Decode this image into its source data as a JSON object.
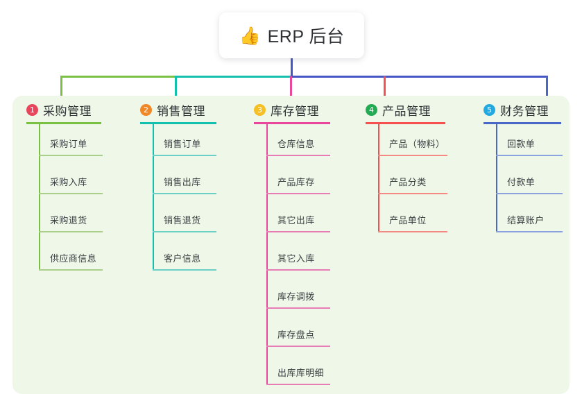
{
  "root": {
    "icon": "thumbs-up-icon",
    "emoji": "👍",
    "title": "ERP 后台"
  },
  "palette": {
    "panel_bg": "#eef7e8",
    "page_bg": "#ffffff",
    "root_connector": "#4655c4",
    "text": "#2f3336"
  },
  "connectors": {
    "segments": [
      {
        "name": "segment-green",
        "color": "#7ac043"
      },
      {
        "name": "segment-teal",
        "color": "#12c0ad"
      },
      {
        "name": "segment-blue",
        "color": "#4655c4"
      }
    ],
    "stubs": [
      "#7ac043",
      "#12c0ad",
      "#e8479b",
      "#f4514f",
      "#4a68c8"
    ]
  },
  "columns": [
    {
      "number": "1",
      "title": "采购管理",
      "badge_color": "#e8465c",
      "line_color": "#7ac043",
      "item_line_color": "#a9cf8a",
      "items": [
        "采购订单",
        "采购入库",
        "采购退货",
        "供应商信息"
      ]
    },
    {
      "number": "2",
      "title": "销售管理",
      "badge_color": "#f08828",
      "line_color": "#12c0ad",
      "item_line_color": "#6bcfc6",
      "items": [
        "销售订单",
        "销售出库",
        "销售退货",
        "客户信息"
      ]
    },
    {
      "number": "3",
      "title": "库存管理",
      "badge_color": "#f5c026",
      "line_color": "#e8479b",
      "item_line_color": "#e87cb4",
      "items": [
        "仓库信息",
        "产品库存",
        "其它出库",
        "其它入库",
        "库存调拨",
        "库存盘点",
        "出库库明细"
      ]
    },
    {
      "number": "4",
      "title": "产品管理",
      "badge_color": "#22ab52",
      "line_color": "#f4514f",
      "item_line_color": "#f58a84",
      "items": [
        "产品（物料）",
        "产品分类",
        "产品单位"
      ]
    },
    {
      "number": "5",
      "title": "财务管理",
      "badge_color": "#24a8e0",
      "line_color": "#4a68c8",
      "item_line_color": "#8ba2de",
      "items": [
        "回款单",
        "付款单",
        "结算账户"
      ]
    }
  ]
}
